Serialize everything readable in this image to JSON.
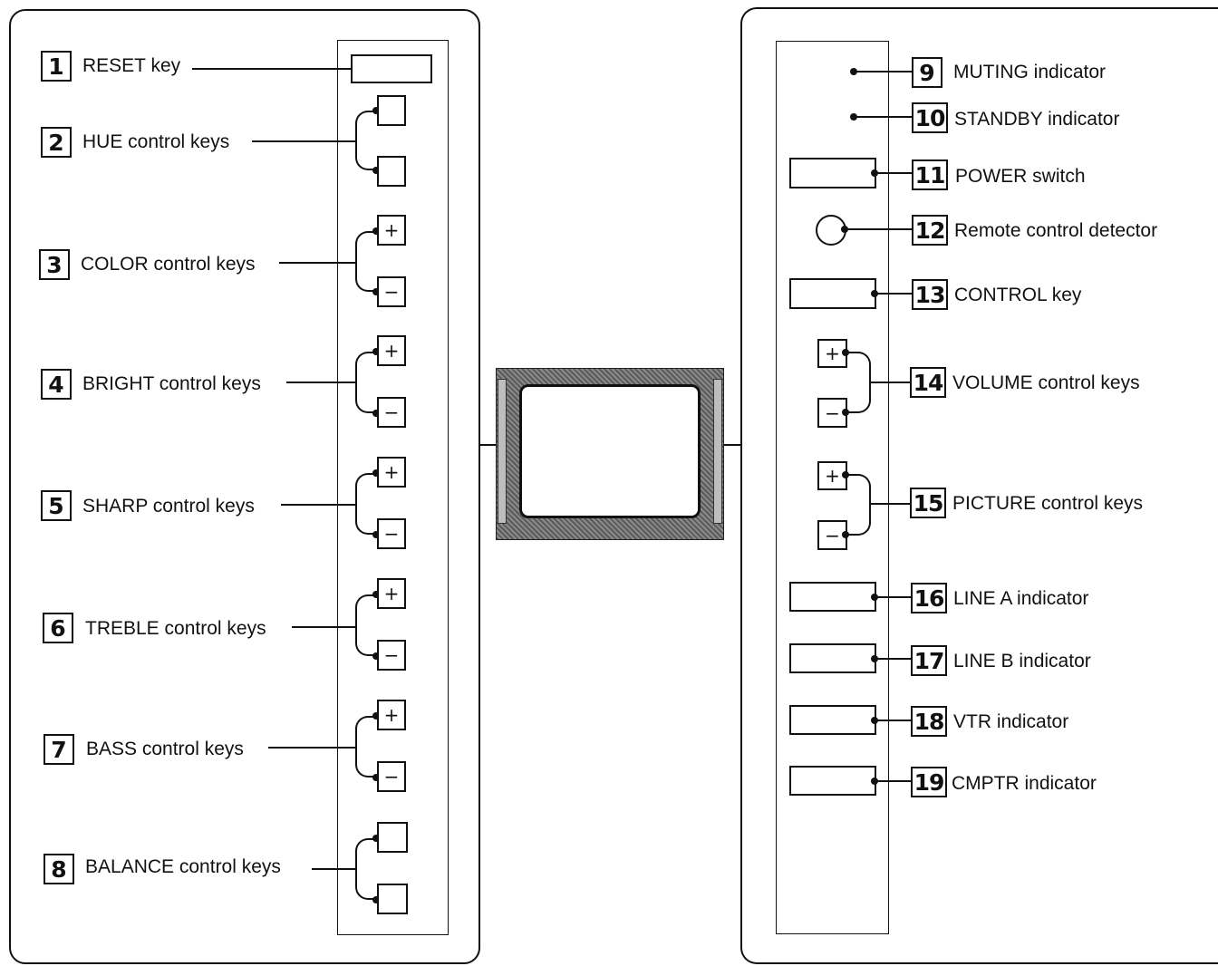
{
  "left_panel": {
    "items": [
      {
        "num": "1",
        "label": "RESET key"
      },
      {
        "num": "2",
        "label": "HUE control keys"
      },
      {
        "num": "3",
        "label": "COLOR control keys"
      },
      {
        "num": "4",
        "label": "BRIGHT control keys"
      },
      {
        "num": "5",
        "label": "SHARP control keys"
      },
      {
        "num": "6",
        "label": "TREBLE control keys"
      },
      {
        "num": "7",
        "label": "BASS control keys"
      },
      {
        "num": "8",
        "label": "BALANCE control keys"
      }
    ],
    "plus_symbol": "+",
    "minus_symbol": "−"
  },
  "right_panel": {
    "items": [
      {
        "num": "9",
        "label": "MUTING indicator"
      },
      {
        "num": "10",
        "label": "STANDBY indicator"
      },
      {
        "num": "11",
        "label": "POWER switch"
      },
      {
        "num": "12",
        "label": "Remote control detector"
      },
      {
        "num": "13",
        "label": "CONTROL key"
      },
      {
        "num": "14",
        "label": "VOLUME control keys"
      },
      {
        "num": "15",
        "label": "PICTURE control keys"
      },
      {
        "num": "16",
        "label": "LINE A indicator"
      },
      {
        "num": "17",
        "label": "LINE B indicator"
      },
      {
        "num": "18",
        "label": "VTR indicator"
      },
      {
        "num": "19",
        "label": "CMPTR indicator"
      }
    ],
    "plus_symbol": "+",
    "minus_symbol": "−"
  }
}
